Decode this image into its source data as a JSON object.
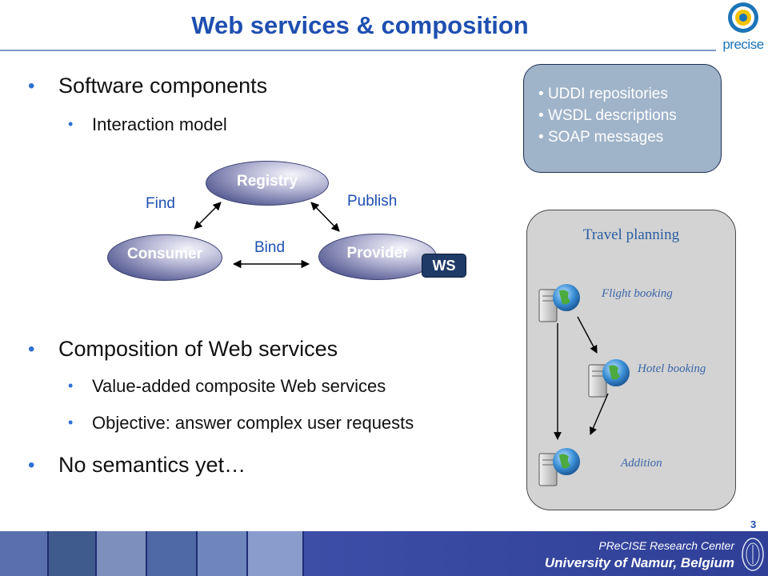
{
  "slide": {
    "title": "Web services & composition",
    "logo_text": "precise",
    "page_number": "3"
  },
  "bullets": {
    "software_components": "Software components",
    "interaction_model": "Interaction model",
    "composition": "Composition of Web services",
    "value_added": "Value-added composite Web services",
    "objective": "Objective: answer complex user requests",
    "no_semantics": "No semantics yet…"
  },
  "diagram": {
    "registry": "Registry",
    "consumer": "Consumer",
    "provider": "Provider",
    "find": "Find",
    "publish": "Publish",
    "bind": "Bind",
    "ws": "WS"
  },
  "callout": {
    "items": [
      "UDDI repositories",
      "WSDL descriptions",
      "SOAP messages"
    ]
  },
  "travel": {
    "title": "Travel planning",
    "services": [
      "Flight booking",
      "Hotel booking",
      "Addition"
    ],
    "service_icon": "server-globe-icon"
  },
  "footer": {
    "center": "PReCISE Research Center",
    "university": "University of Namur, Belgium",
    "photo_colors": [
      "#5a6fae",
      "#3f5a8c",
      "#7c8fbd",
      "#4f68a6",
      "#6f86bc",
      "#5b70b0",
      "#8a9ccb",
      "#4d63a1"
    ]
  },
  "colors": {
    "title": "#1f4fb0",
    "bullet": "#2e6fd1",
    "callout_bg": "#9fb3c9",
    "panel_bg": "#d3d3d3"
  }
}
